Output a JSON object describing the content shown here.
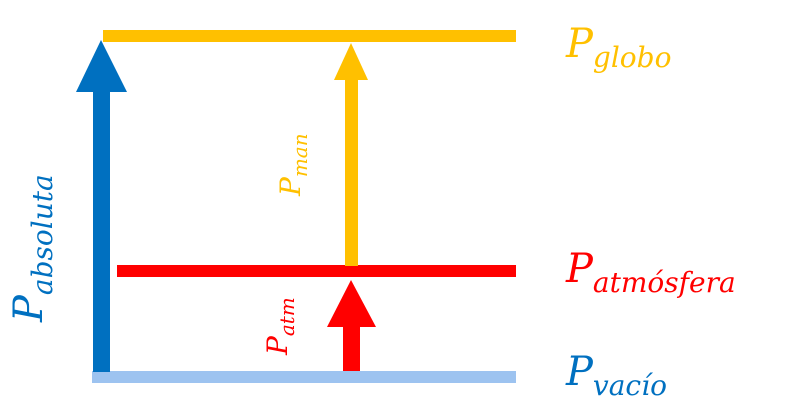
{
  "colors": {
    "globo": "#FFC000",
    "atmosfera": "#FF0000",
    "vacio": "#9DC3F0",
    "absoluta": "#0070C0"
  },
  "labels": {
    "globo": {
      "main": "P",
      "sub": "globo"
    },
    "atmosfera": {
      "main": "P",
      "sub": "atmósfera"
    },
    "vacio": {
      "main": "P",
      "sub": "vacío"
    },
    "absoluta": {
      "main": "P",
      "sub": "absoluta"
    },
    "man": {
      "main": "P",
      "sub": "man"
    },
    "atm": {
      "main": "P",
      "sub": "atm"
    }
  }
}
